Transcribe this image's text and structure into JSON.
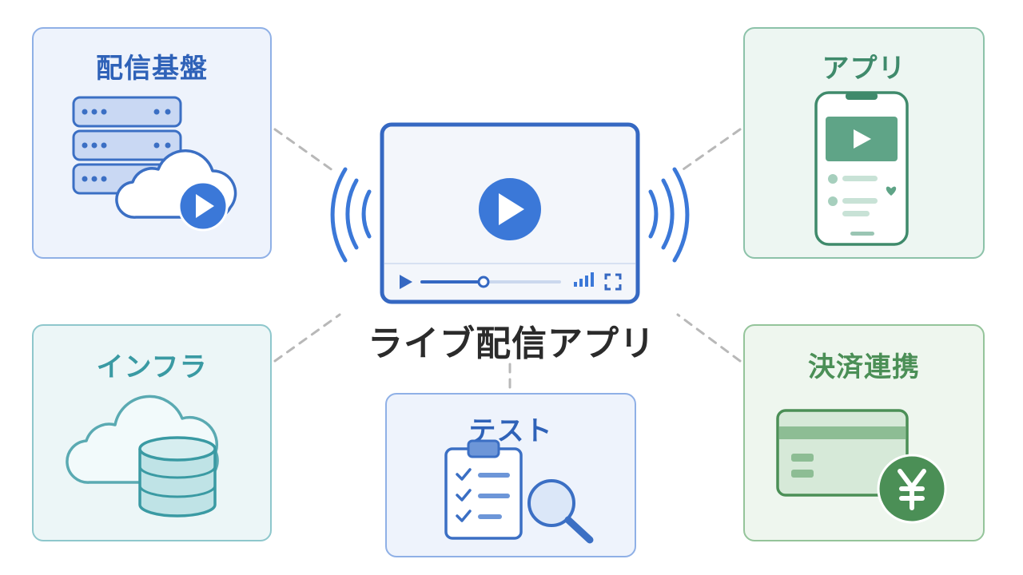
{
  "center": {
    "title": "ライブ配信アプリ"
  },
  "cards": {
    "platform": {
      "title": "配信基盤",
      "icon": "server-cloud-play-icon"
    },
    "app": {
      "title": "アプリ",
      "icon": "smartphone-video-icon"
    },
    "infra": {
      "title": "インフラ",
      "icon": "cloud-database-icon"
    },
    "test": {
      "title": "テスト",
      "icon": "clipboard-checklist-magnifier-icon"
    },
    "payment": {
      "title": "決済連携",
      "icon": "credit-card-yen-icon"
    }
  },
  "colors": {
    "blue": "#2f62b8",
    "blue_accent": "#3b78d8",
    "green": "#3f8a6b",
    "teal": "#3a9aa3",
    "payment_green": "#4b8f56",
    "connector": "#b8b8b8"
  }
}
